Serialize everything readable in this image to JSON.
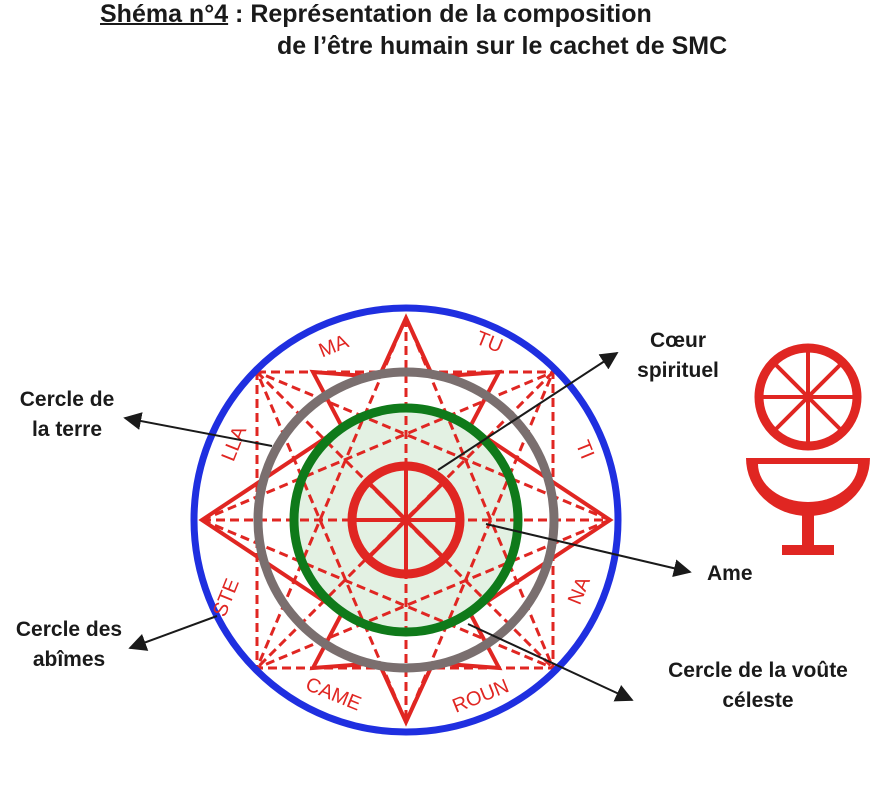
{
  "title": {
    "prefix": "Shéma n°4",
    "separator": " : ",
    "line1_rest": "Représentation de la composition",
    "line2": "de l’être humain sur le cachet de SMC"
  },
  "labels": {
    "coeur_1": "Cœur",
    "coeur_2": "spirituel",
    "terre_1": "Cercle de",
    "terre_2": "la terre",
    "abimes_1": "Cercle des",
    "abimes_2": "abîmes",
    "ame": "Ame",
    "voute_1": "Cercle de la voûte",
    "voute_2": "céleste"
  },
  "seal_text": {
    "ma": "MA",
    "tu": "TU",
    "ti": "TI",
    "na": "NA",
    "roun": "ROUN",
    "came": "CAME",
    "ste": "STE",
    "lla": "LLA"
  },
  "colors": {
    "red": "#e02622",
    "blue": "#1f2fe0",
    "grey": "#7a6f6f",
    "green": "#0f7a1a",
    "soul_fill": "#e3f1e3",
    "ink": "#1a1a1a"
  },
  "icons": {
    "seal": "smc-seal",
    "wheel": "eight-spoke-wheel-icon",
    "chalice": "chalice-with-wheel-symbol"
  }
}
